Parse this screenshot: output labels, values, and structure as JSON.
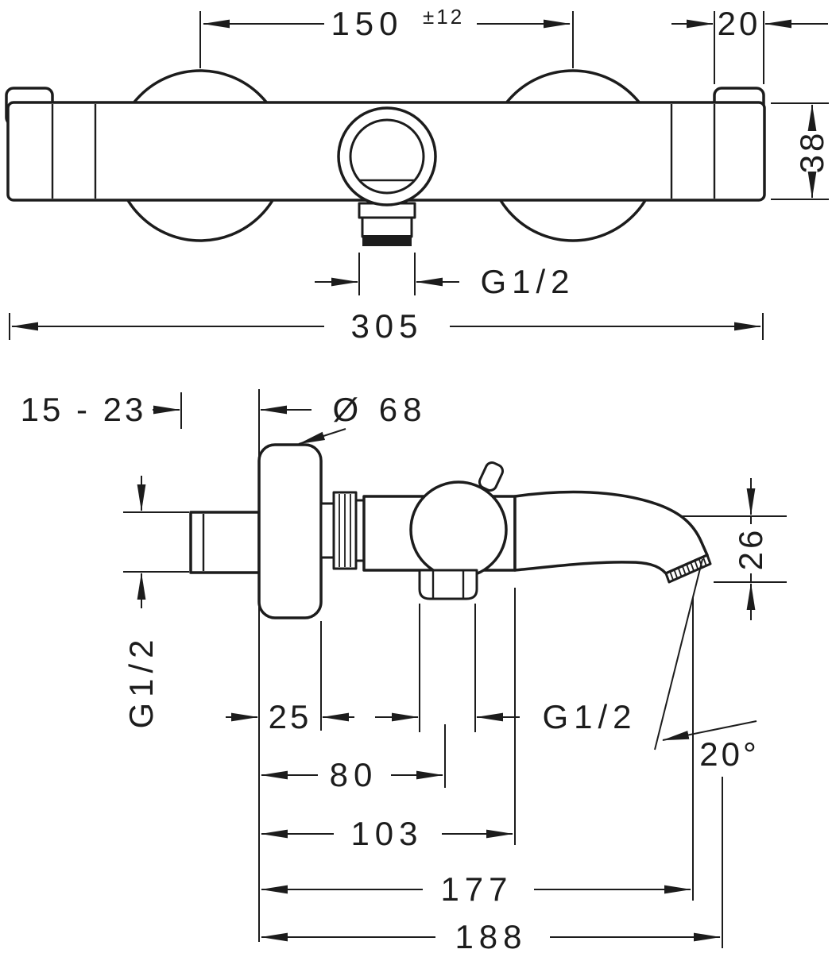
{
  "meta": {
    "background_color": "#ffffff",
    "line_color": "#1c1c1c",
    "drawing_type": "dimensioned technical drawing, bath mixer tap, two views"
  },
  "front_view": {
    "dim_spacing": "150",
    "dim_spacing_tol": "±12",
    "dim_nut": "20",
    "dim_body_height": "38",
    "spout_thread": "G1/2",
    "dim_width": "305"
  },
  "side_view": {
    "dim_wall_depth": "15 - 23",
    "dim_escutcheon_dia": "Ø 68",
    "dim_spout_drop": "26",
    "inlet_thread": "G1/2",
    "dim_escutcheon_depth": "25",
    "outlet_thread": "G1/2",
    "dim_outlet_offset": "80",
    "dim_handle_offset": "103",
    "dim_spout_reach_inner": "177",
    "dim_spout_reach": "188",
    "spout_angle": "20°"
  }
}
